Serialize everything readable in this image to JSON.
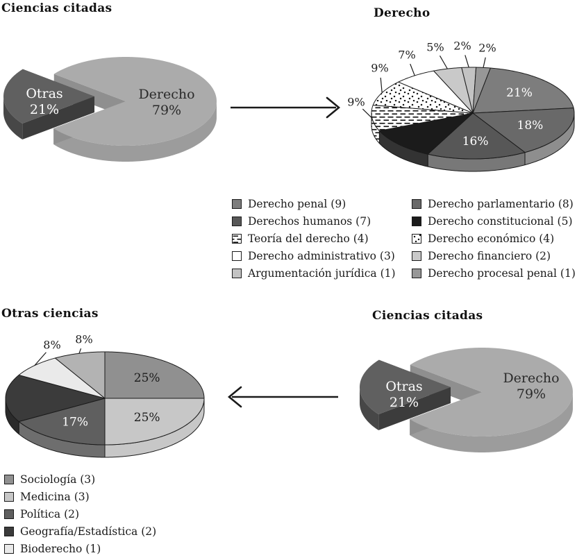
{
  "background": "#ffffff",
  "arrows": [
    {
      "direction": "right"
    },
    {
      "direction": "left"
    }
  ],
  "chart_data": [
    {
      "type": "pie",
      "style": "3d-exploded",
      "title": "Ciencias citadas",
      "slices": [
        {
          "name": "Derecho",
          "value": 79,
          "pct_label": "79%",
          "fill": "#ababab",
          "side": "#9c9c9c",
          "face": "#8f8f8f",
          "text_color": "#2a2a2a"
        },
        {
          "name": "Otras",
          "value": 21,
          "pct_label": "21%",
          "fill": "#606060",
          "side": "#474747",
          "face": "#3c3c3c",
          "text_color": "#ffffff",
          "exploded": true
        }
      ]
    },
    {
      "type": "pie",
      "style": "3d",
      "title": "Derecho",
      "slices": [
        {
          "name": "Derecho penal",
          "value": 9,
          "pct_label": "21%",
          "fill": "#7d7d7d",
          "label_pos": "inside",
          "text_color": "#ffffff"
        },
        {
          "name": "Derecho parlamentario",
          "value": 8,
          "pct_label": "18%",
          "fill": "#696969",
          "side": "#8e8e8e",
          "label_pos": "inside",
          "text_color": "#ffffff"
        },
        {
          "name": "Derechos humanos",
          "value": 7,
          "pct_label": "16%",
          "fill": "#575757",
          "side": "#787878",
          "label_pos": "inside",
          "text_color": "#ffffff"
        },
        {
          "name": "Derecho constitucional",
          "value": 5,
          "pct_label": "",
          "fill": "#1b1b1b",
          "side": "#333333",
          "label_pos": "none"
        },
        {
          "name": "Teoría del derecho",
          "value": 4,
          "pct_label": "9%",
          "fill": "dashed",
          "side": "dashed",
          "label_pos": "outside"
        },
        {
          "name": "Derecho económico",
          "value": 4,
          "pct_label": "9%",
          "fill": "dotted",
          "label_pos": "outside"
        },
        {
          "name": "Derecho administrativo",
          "value": 3,
          "pct_label": "7%",
          "fill": "#ffffff",
          "label_pos": "outside"
        },
        {
          "name": "Derecho financiero",
          "value": 2,
          "pct_label": "5%",
          "fill": "#c9c9c9",
          "label_pos": "outside"
        },
        {
          "name": "Argumentación jurídica",
          "value": 1,
          "pct_label": "2%",
          "fill": "#c3c3c3",
          "label_pos": "outside"
        },
        {
          "name": "Derecho procesal penal",
          "value": 1,
          "pct_label": "2%",
          "fill": "#979797",
          "label_pos": "outside"
        }
      ],
      "legend": {
        "columns": [
          [
            {
              "text": "Derecho penal (9)",
              "fill": "#7d7d7d"
            },
            {
              "text": "Derechos humanos (7)",
              "fill": "#575757"
            },
            {
              "text": "Teoría del derecho (4)",
              "fill": "dashed"
            },
            {
              "text": "Derecho administrativo (3)",
              "fill": "#ffffff"
            },
            {
              "text": "Argumentación jurídica (1)",
              "fill": "#c3c3c3"
            }
          ],
          [
            {
              "text": "Derecho parlamentario (8)",
              "fill": "#696969"
            },
            {
              "text": "Derecho constitucional (5)",
              "fill": "#1b1b1b"
            },
            {
              "text": "Derecho económico (4)",
              "fill": "dotted"
            },
            {
              "text": "Derecho financiero (2)",
              "fill": "#c9c9c9"
            },
            {
              "text": "Derecho procesal penal (1)",
              "fill": "#979797"
            }
          ]
        ]
      }
    },
    {
      "type": "pie",
      "style": "3d",
      "title": "Otras ciencias",
      "slices": [
        {
          "name": "Sociología",
          "value": 3,
          "pct_label": "25%",
          "fill": "#909090",
          "label_pos": "inside",
          "text_color": "#1c1c1c"
        },
        {
          "name": "Medicina",
          "value": 3,
          "pct_label": "25%",
          "fill": "#c7c7c7",
          "label_pos": "inside",
          "text_color": "#1c1c1c"
        },
        {
          "name": "Política",
          "value": 2,
          "pct_label": "17%",
          "fill": "#5f5f5f",
          "side": "#6e6e6e",
          "label_pos": "inside",
          "text_color": "#ffffff"
        },
        {
          "name": "Geografía/Estadística",
          "value": 2,
          "pct_label": "",
          "fill": "#3b3b3b",
          "side": "#2b2b2b",
          "label_pos": "none"
        },
        {
          "name": "Bioderecho",
          "value": 1,
          "pct_label": "8%",
          "fill": "#eaeaea",
          "label_pos": "outside"
        },
        {
          "name": "",
          "value": 1,
          "pct_label": "8%",
          "fill": "#b3b3b3",
          "label_pos": "outside"
        }
      ],
      "legend": {
        "items": [
          {
            "text": "Sociología (3)",
            "fill": "#909090"
          },
          {
            "text": "Medicina (3)",
            "fill": "#c7c7c7"
          },
          {
            "text": "Política (2)",
            "fill": "#5f5f5f"
          },
          {
            "text": "Geografía/Estadística (2)",
            "fill": "#3b3b3b"
          },
          {
            "text": "Bioderecho (1)",
            "fill": "#eaeaea"
          }
        ]
      }
    },
    {
      "type": "pie",
      "style": "3d-exploded",
      "title": "Ciencias citadas",
      "slices": [
        {
          "name": "Derecho",
          "value": 79,
          "pct_label": "79%",
          "fill": "#ababab",
          "side": "#9c9c9c",
          "face": "#8f8f8f",
          "text_color": "#2a2a2a"
        },
        {
          "name": "Otras",
          "value": 21,
          "pct_label": "21%",
          "fill": "#606060",
          "side": "#474747",
          "face": "#3c3c3c",
          "text_color": "#ffffff",
          "exploded": true
        }
      ]
    }
  ]
}
